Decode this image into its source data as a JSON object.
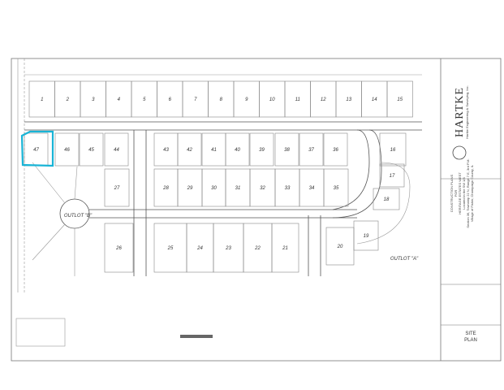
{
  "drawing": {
    "title_block": {
      "company": "HARTKE",
      "company_subtitle": "Hartke Engineering & Surveying, Inc.",
      "project_lines": [
        "CONSTRUCTION PLANS",
        "FOR",
        "HERITAGE ESTATES WEST",
        "Located in the SW 1/4",
        "Section 36, Township 22 N, Range 7 E, 3rd P.M.",
        "Village of Fisher, Champaign County, IL"
      ],
      "sheet_title": [
        "SITE",
        "PLAN"
      ]
    },
    "top_lots": [
      "1",
      "2",
      "3",
      "4",
      "5",
      "6",
      "7",
      "8",
      "9",
      "10",
      "11",
      "12",
      "13",
      "14",
      "15"
    ],
    "row2_lots": [
      "47",
      "46",
      "45",
      "44",
      "43",
      "42",
      "41",
      "40",
      "39",
      "38",
      "37",
      "36",
      "16"
    ],
    "row3_lots": [
      "27",
      "28",
      "29",
      "30",
      "31",
      "32",
      "33",
      "34",
      "35",
      "17",
      "18"
    ],
    "row4_lots": [
      "26",
      "25",
      "24",
      "23",
      "22",
      "21",
      "20",
      "19"
    ],
    "outlot_b": "OUTLOT \"B\"",
    "outlot_a": "OUTLOT \"A\"",
    "highlight_color": "#19b4d6",
    "highlighted_lot": "47"
  }
}
